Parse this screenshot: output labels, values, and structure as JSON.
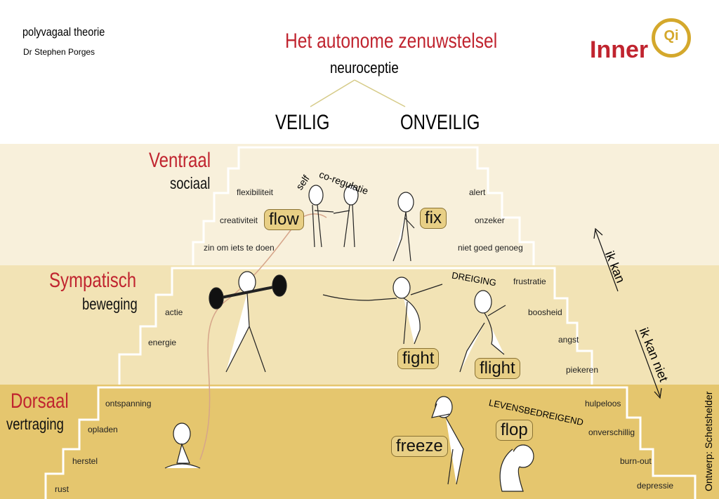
{
  "header": {
    "title_small": "polyvagaal theorie",
    "author": "Dr Stephen Porges",
    "main_title": "Het autonome zenuwstelsel",
    "subtitle": "neuroceptie",
    "safe": "VEILIG",
    "unsafe": "ONVEILIG",
    "logo": "InnerQi"
  },
  "ventraal": {
    "title": "Ventraal",
    "sub": "sociaal",
    "left": [
      "flexibiliteit",
      "creativiteit",
      "zin om iets te doen"
    ],
    "right": [
      "alert",
      "onzeker",
      "niet goed genoeg"
    ],
    "self": "self",
    "co": "co-regulatie",
    "flow": "flow",
    "fix": "fix"
  },
  "sympatisch": {
    "title": "Sympatisch",
    "sub": "beweging",
    "left": [
      "actie",
      "energie"
    ],
    "right": [
      "frustratie",
      "boosheid",
      "angst",
      "piekeren"
    ],
    "threat": "DREIGING",
    "fight": "fight",
    "flight": "flight"
  },
  "dorsaal": {
    "title": "Dorsaal",
    "sub": "vertraging",
    "left": [
      "ontspanning",
      "opladen",
      "herstel",
      "rust"
    ],
    "right": [
      "hulpeloos",
      "onverschillig",
      "burn-out",
      "depressie"
    ],
    "threat": "LEVENSBEDREIGEND",
    "freeze": "freeze",
    "flop": "flop"
  },
  "arrows": {
    "up": "ik kan",
    "down": "ik kan niet"
  },
  "credit": "Ontwerp: Schetshelder",
  "colors": {
    "red": "#c0242f",
    "gold": "#d4a82c",
    "band1": "#f9f1dc",
    "band2": "#f2e2b2",
    "band3": "#e5c66e"
  }
}
